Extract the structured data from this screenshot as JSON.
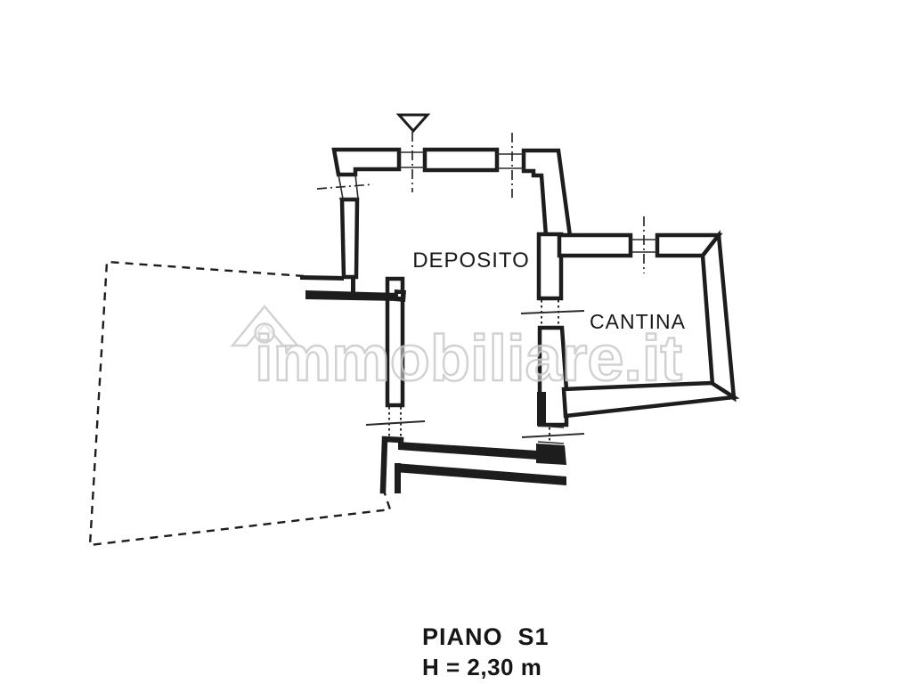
{
  "plan": {
    "rooms": [
      {
        "label": "DEPOSITO"
      },
      {
        "label": "CANTINA"
      }
    ],
    "footer": {
      "floor_label": "PIANO  S1",
      "height_label": "H = 2,30 m"
    },
    "watermark": {
      "text": "immobiliare.it",
      "icon": "house-icon"
    },
    "symbols": [
      {
        "name": "triangle-marker"
      },
      {
        "name": "column-marker"
      }
    ],
    "colors": {
      "ink": "#1d1d1d",
      "paper": "#ffffff",
      "watermark_stroke": "#c9c9c9"
    }
  }
}
